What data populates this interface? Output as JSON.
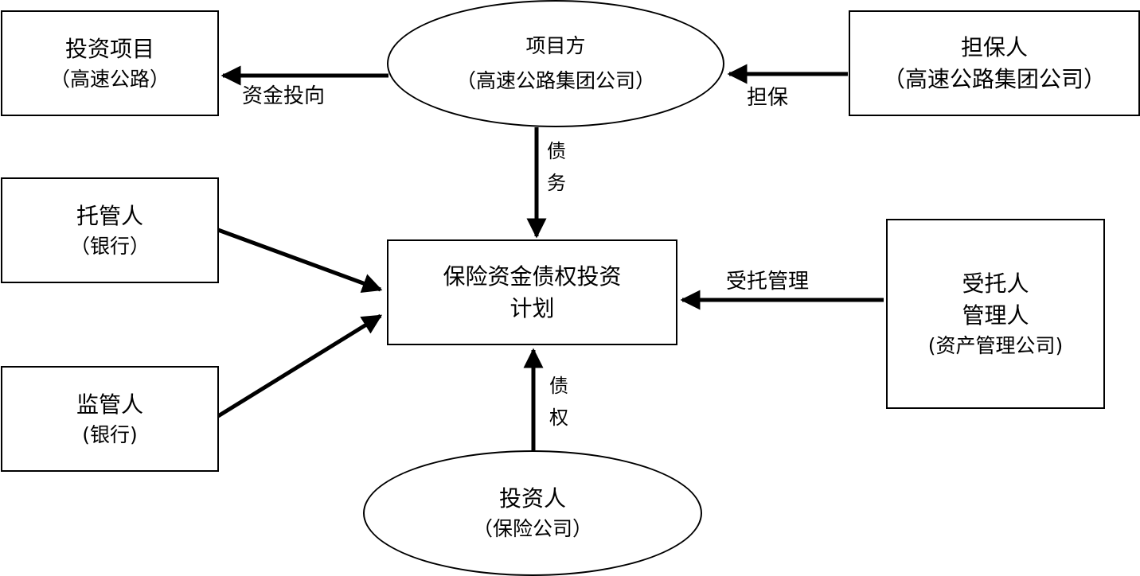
{
  "nodes": {
    "investment_project": {
      "title": "投资项目",
      "subtitle": "（高速公路）"
    },
    "project_party": {
      "title": "项目方",
      "subtitle": "（高速公路集团公司）"
    },
    "guarantor": {
      "title": "担保人",
      "subtitle": "（高速公路集团公司）"
    },
    "custodian": {
      "title": "托管人",
      "subtitle": "（银行）"
    },
    "supervisor": {
      "title": "监管人",
      "subtitle": "(银行)"
    },
    "plan": {
      "line1": "保险资金债权投资",
      "line2": "计划"
    },
    "trustee": {
      "line1": "受托人",
      "line2": "管理人",
      "line3": "(资产管理公司)"
    },
    "investor": {
      "title": "投资人",
      "subtitle": "（保险公司）"
    }
  },
  "edges": {
    "fund_flow": "资金投向",
    "guarantee": "担保",
    "debt": [
      "债",
      "务"
    ],
    "trust_management": "受托管理",
    "creditor_rights": [
      "债",
      "权"
    ]
  }
}
